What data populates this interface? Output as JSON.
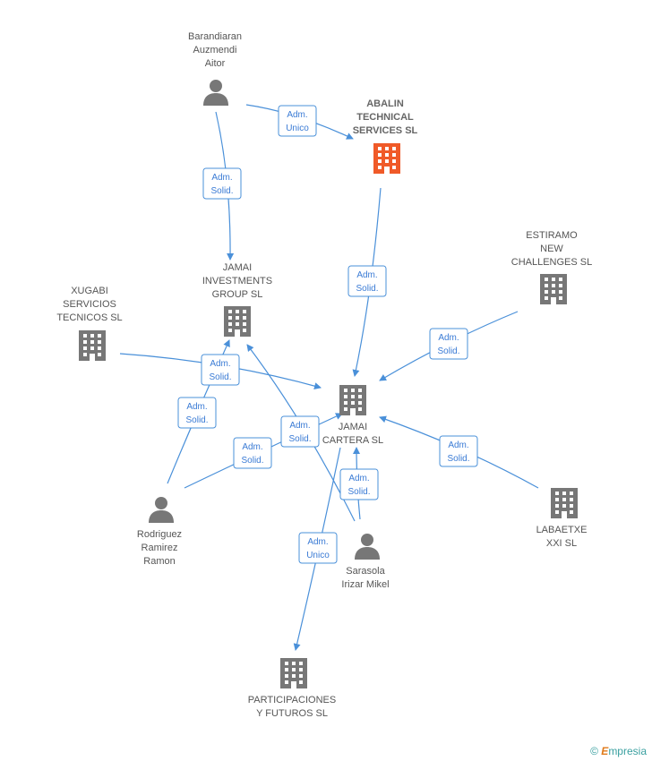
{
  "colors": {
    "edge": "#4a90d9",
    "company": "#777777",
    "focus_company": "#f05a28",
    "person": "#777777"
  },
  "nodes": [
    {
      "id": "barandiaran",
      "type": "person",
      "lines": [
        "Barandiaran",
        "Auzmendi",
        "Aitor"
      ]
    },
    {
      "id": "abalin",
      "type": "company",
      "focus": true,
      "lines": [
        "ABALIN",
        "TECHNICAL",
        "SERVICES SL"
      ]
    },
    {
      "id": "jamai_inv",
      "type": "company",
      "lines": [
        "JAMAI",
        "INVESTMENTS",
        "GROUP SL"
      ]
    },
    {
      "id": "xugabi",
      "type": "company",
      "lines": [
        "XUGABI",
        "SERVICIOS",
        "TECNICOS SL"
      ]
    },
    {
      "id": "estiramo",
      "type": "company",
      "lines": [
        "ESTIRAMO",
        "NEW",
        "CHALLENGES SL"
      ]
    },
    {
      "id": "jamai_cartera",
      "type": "company",
      "lines": [
        "JAMAI",
        "CARTERA SL"
      ]
    },
    {
      "id": "rodriguez",
      "type": "person",
      "lines": [
        "Rodriguez",
        "Ramirez",
        "Ramon"
      ]
    },
    {
      "id": "labaetxe",
      "type": "company",
      "lines": [
        "LABAETXE",
        "XXI SL"
      ]
    },
    {
      "id": "sarasola",
      "type": "person",
      "lines": [
        "Sarasola",
        "Irizar Mikel"
      ]
    },
    {
      "id": "participaciones",
      "type": "company",
      "lines": [
        "PARTICIPACIONES",
        "Y FUTUROS  SL"
      ]
    }
  ],
  "edges": [
    {
      "from": "barandiaran",
      "to": "abalin",
      "badge": [
        "Adm.",
        "Unico"
      ]
    },
    {
      "from": "barandiaran",
      "to": "jamai_inv",
      "badge": [
        "Adm.",
        "Solid."
      ]
    },
    {
      "from": "abalin",
      "to": "jamai_cartera",
      "badge": [
        "Adm.",
        "Solid."
      ]
    },
    {
      "from": "estiramo",
      "to": "jamai_cartera",
      "badge": [
        "Adm.",
        "Solid."
      ]
    },
    {
      "from": "xugabi",
      "to": "jamai_cartera",
      "badge": [
        "Adm.",
        "Solid."
      ]
    },
    {
      "from": "rodriguez",
      "to": "jamai_inv",
      "badge": [
        "Adm.",
        "Solid."
      ]
    },
    {
      "from": "rodriguez",
      "to": "jamai_cartera",
      "badge": [
        "Adm.",
        "Solid."
      ]
    },
    {
      "from": "sarasola",
      "to": "jamai_inv",
      "badge": [
        "Adm.",
        "Solid."
      ]
    },
    {
      "from": "sarasola",
      "to": "jamai_cartera",
      "badge": [
        "Adm.",
        "Solid."
      ]
    },
    {
      "from": "labaetxe",
      "to": "jamai_cartera",
      "badge": [
        "Adm.",
        "Solid."
      ]
    },
    {
      "from": "jamai_cartera",
      "to": "participaciones",
      "badge": [
        "Adm.",
        "Unico"
      ]
    }
  ],
  "watermark": {
    "symbol": "©",
    "brand_initial": "E",
    "brand_rest": "mpresia"
  }
}
